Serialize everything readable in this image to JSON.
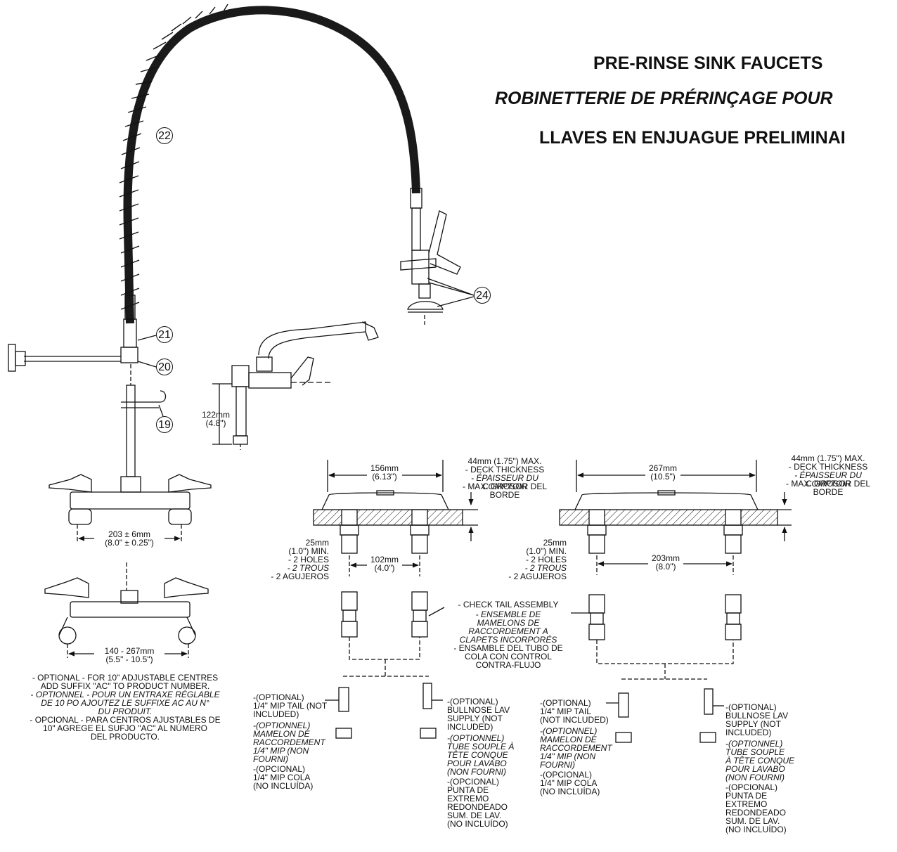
{
  "titles": {
    "en": "PRE-RINSE SINK FAUCETS",
    "fr": "ROBINETTERIE DE PRÉRINÇAGE POUR",
    "es": "LLAVES EN ENJUAGUE PRELIMINAI"
  },
  "callouts": {
    "c22": "22",
    "c21": "21",
    "c20": "20",
    "c19": "19",
    "c24": "24"
  },
  "dims": {
    "spout_height": "122mm\n(4.8\")",
    "centers_fixed": "203 ± 6mm\n(8.0\" ± 0.25\")",
    "centers_adjustable": "140 - 267mm\n(5.5\" - 10.5\")",
    "deck1_width": "156mm\n(6.13\")",
    "deck1_centers": "102mm\n(4.0\")",
    "deck2_width": "267mm\n(10.5\")",
    "deck2_centers": "203mm\n(8.0\")"
  },
  "notes": {
    "deck_thickness_en": "44mm (1.75\") MAX.\n- DECK THICKNESS",
    "deck_thickness_fr": "- ÉPAISSEUR DU COMPTOIR",
    "deck_thickness_es": "- MAX. GROSOR DEL BORDE",
    "holes_en": "25mm\n(1.0\") MIN.\n- 2 HOLES",
    "holes_fr": "- 2 TROUS",
    "holes_es": "- 2 AGUJEROS",
    "check_tail_en": "- CHECK TAIL ASSEMBLY",
    "check_tail_fr": "- ENSEMBLE DE\nMAMELONS DE\nRACCORDEMENT A\nCLAPETS INCORPORÉS",
    "check_tail_es": "- ENSAMBLE DEL TUBO DE\nCOLA CON CONTROL\nCONTRA-FLUJO",
    "optional_en": "- OPTIONAL - FOR 10\" ADJUSTABLE CENTRES\nADD SUFFIX \"AC\" TO PRODUCT NUMBER.",
    "optional_fr": "- OPTIONNEL - POUR UN ENTRAXE RÉGLABLE\nDE 10 PO AJOUTEZ LE SUFFIXE AC AU N°\nDU PRODUIT.",
    "optional_es": "- OPCIONAL - PARA CENTROS AJUSTABLES DE\n10\" AGREGE EL SUFJO \"AC\" AL NÚMERO\nDEL PRODUCTO.",
    "mip_tail_en": "-(OPTIONAL)\n1/4\" MIP TAIL (NOT\nINCLUDED)",
    "mip_tail_en_b": "-(OPTIONAL)\n1/4\" MIP TAIL\n(NOT INCLUDED)",
    "mip_tail_fr": "-(OPTIONNEL)\nMAMELON DE\nRACCORDEMENT\n1/4\" MIP (NON\nFOURNI)",
    "mip_tail_fr_b": "-(OPTIONNEL)\nMAMELON DE\nRACCORDEMENT\n1/4\" MIP (NON\nFOURNI)",
    "mip_tail_es": "-(OPCIONAL)\n1/4\" MIP COLA\n(NO INCLUÍDA)",
    "bullnose_en": "-(OPTIONAL)\nBULLNOSE LAV\nSUPPLY (NOT\nINCLUDED)",
    "bullnose_fr": "-(OPTIONNEL)\nTUBE SOUPLE À\nTÊTE CONQUE\nPOUR LAVABO\n(NON FOURNI)",
    "bullnose_fr_b": "-(OPTIONNEL)\nTUBE SOUPLE\nÀ TÊTE CONQUE\nPOUR LAVABO\n(NON FOURNI)",
    "bullnose_es": "-(OPCIONAL)\nPUNTA DE\nEXTREMO\nREDONDEADO\nSUM. DE LAV.\n(NO INCLUÍDO)"
  }
}
